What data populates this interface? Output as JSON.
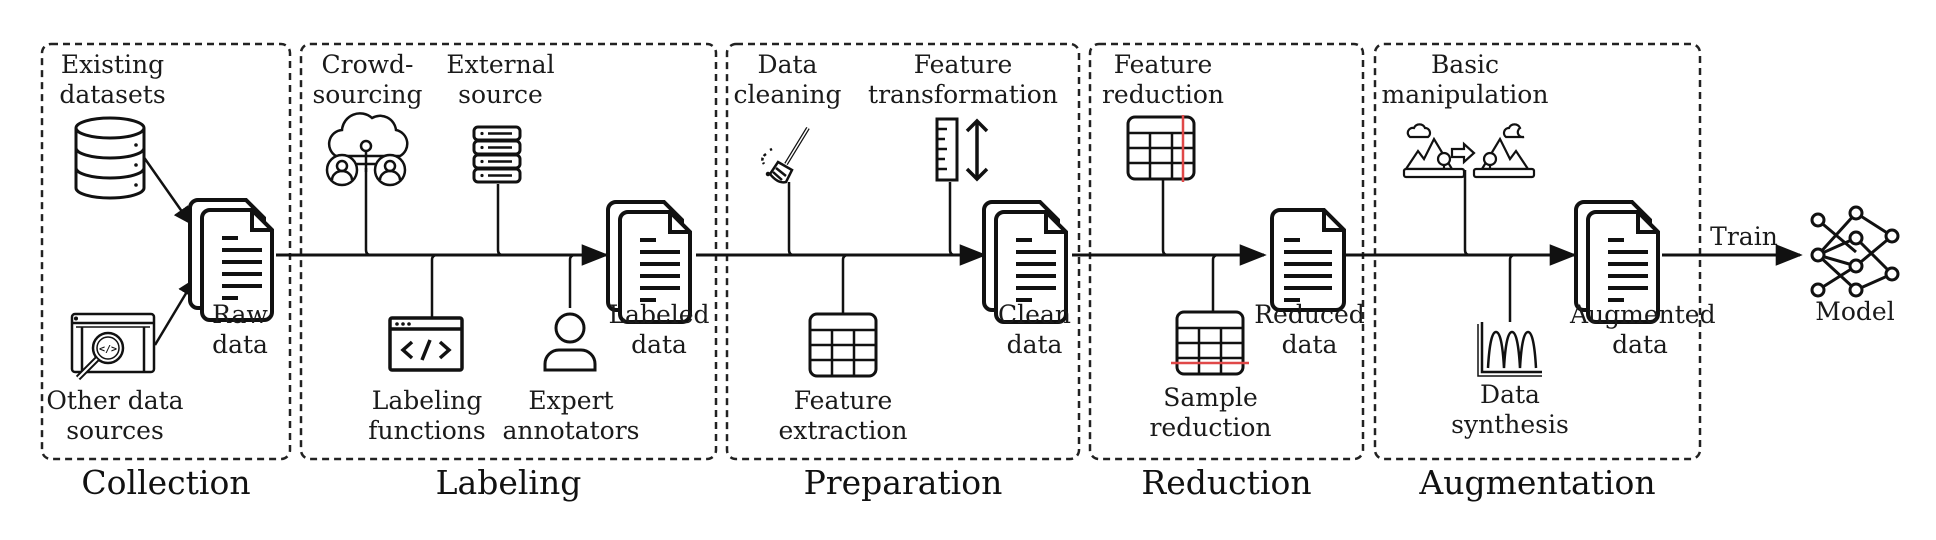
{
  "stages": [
    {
      "id": "collection",
      "title": "Collection"
    },
    {
      "id": "labeling",
      "title": "Labeling"
    },
    {
      "id": "preparation",
      "title": "Preparation"
    },
    {
      "id": "reduction",
      "title": "Reduction"
    },
    {
      "id": "augmentation",
      "title": "Augmentation"
    }
  ],
  "collection": {
    "existing_datasets": "Existing\ndatasets",
    "other_sources": "Other data\nsources",
    "output": "Raw\ndata"
  },
  "labeling": {
    "crowdsourcing": "Crowd-\nsourcing",
    "external_source": "External\nsource",
    "labeling_functions": "Labeling\nfunctions",
    "expert_annotators": "Expert\nannotators",
    "output": "Labeled\ndata"
  },
  "preparation": {
    "data_cleaning": "Data\ncleaning",
    "feature_transformation": "Feature\ntransformation",
    "feature_extraction": "Feature\nextraction",
    "output": "Clean\ndata"
  },
  "reduction": {
    "feature_reduction": "Feature\nreduction",
    "sample_reduction": "Sample\nreduction",
    "output": "Reduced\ndata"
  },
  "augmentation": {
    "basic_manipulation": "Basic\nmanipulation",
    "data_synthesis": "Data\nsynthesis",
    "output": "Augmented\ndata"
  },
  "final": {
    "edge_label": "Train",
    "model": "Model"
  },
  "colors": {
    "stroke": "#111111",
    "highlight": "#e04848"
  }
}
